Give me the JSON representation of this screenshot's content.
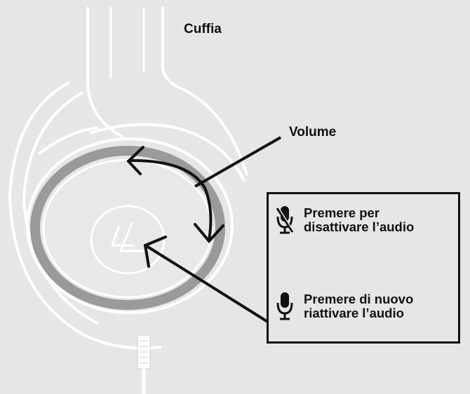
{
  "labels": {
    "title": "Cuffia",
    "volume": "Volume"
  },
  "callout": {
    "mute": {
      "line1": "Premere per",
      "line2": "disattivare l’audio",
      "icon": "mic-muted-icon"
    },
    "unmute": {
      "line1": "Premere di nuovo",
      "line2": "riattivare l’audio",
      "icon": "mic-icon"
    }
  },
  "colors": {
    "background": "#e6e6e6",
    "outline": "#ffffff",
    "ring": "#9a9a9a",
    "ink": "#111111"
  }
}
